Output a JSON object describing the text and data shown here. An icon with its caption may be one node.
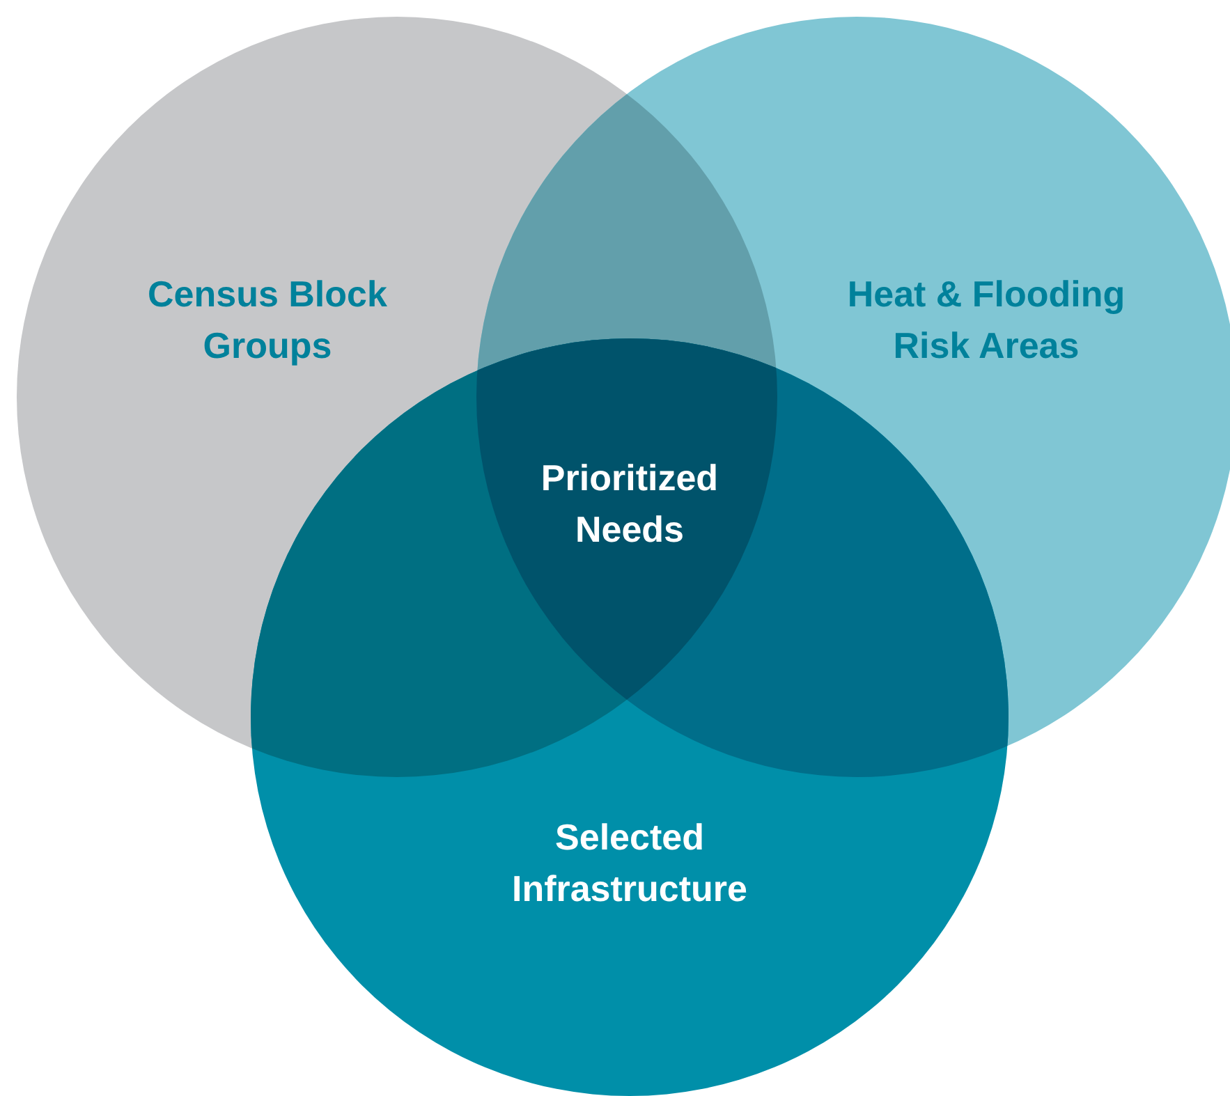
{
  "diagram": {
    "nodes": [
      {
        "text": [
          "Census Block Groups"
        ]
      },
      {
        "text": [
          "Heat & Flooding Risk Areas"
        ]
      },
      {
        "text": [
          "Selected Infrastructure"
        ]
      },
      {
        "text": [
          "Prioritized Needs"
        ]
      }
    ]
  }
}
